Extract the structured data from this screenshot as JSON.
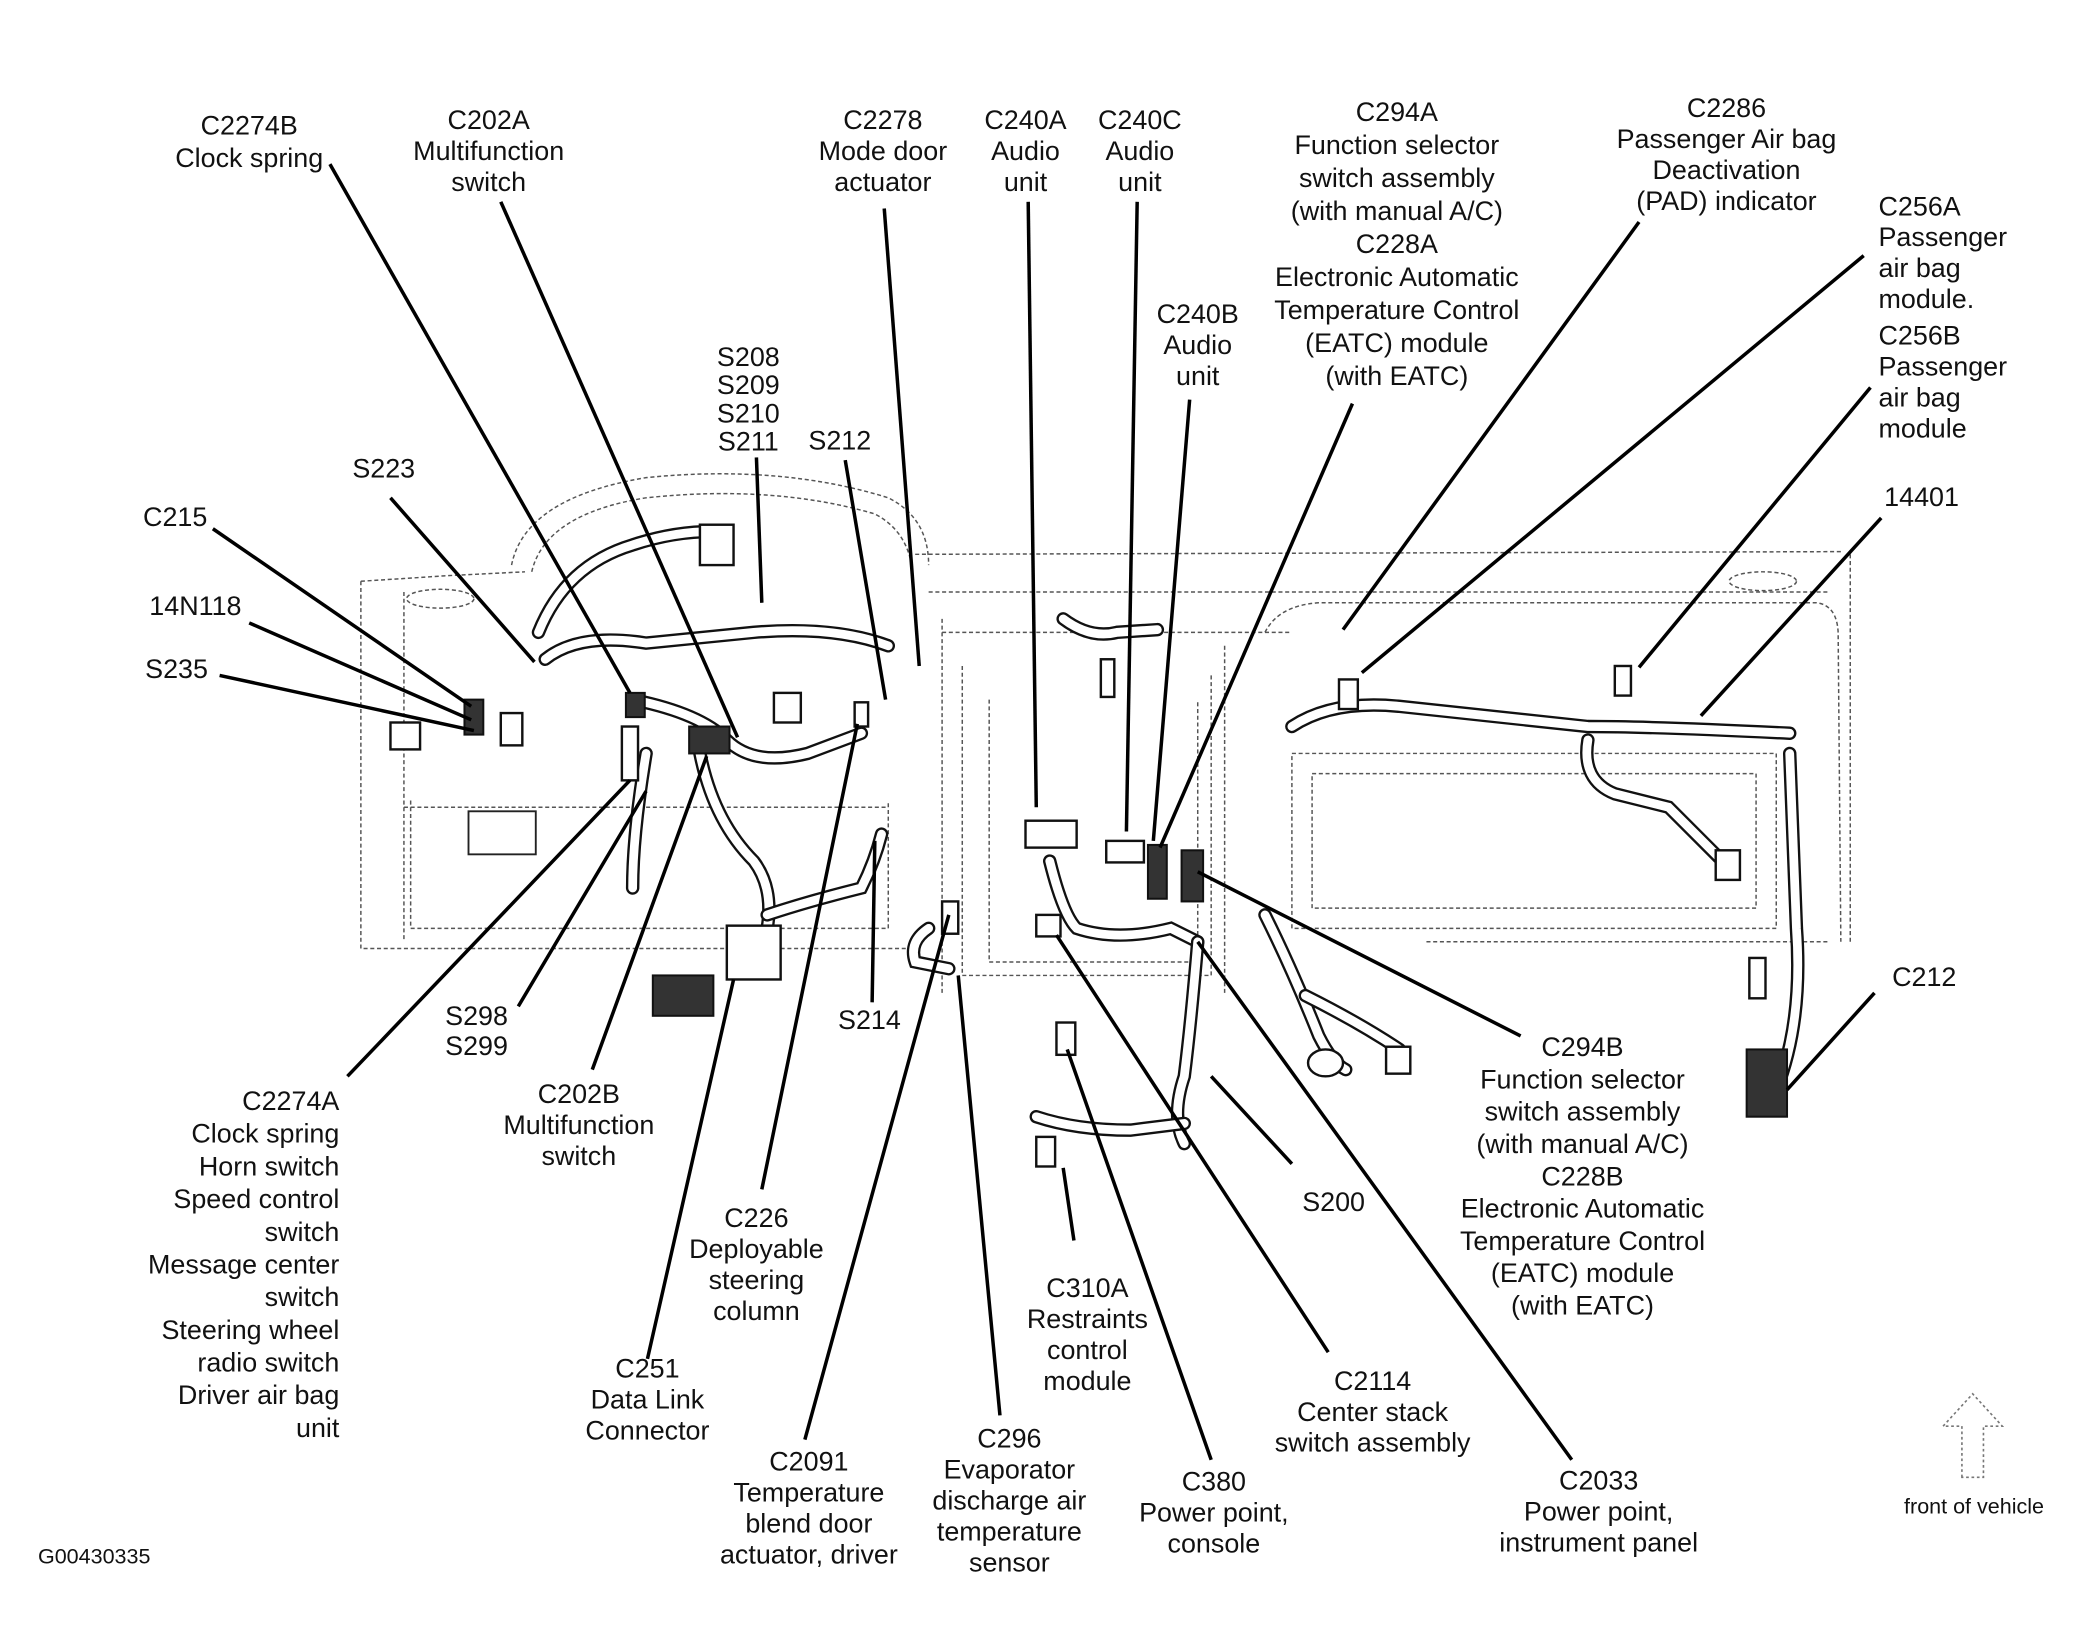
{
  "diagram": {
    "figure_id": "G00430335",
    "orientation_label": "front of vehicle",
    "callouts": [
      {
        "id": "C2274B",
        "lines": [
          "C2274B",
          "Clock spring"
        ]
      },
      {
        "id": "C202A",
        "lines": [
          "C202A",
          "Multifunction",
          "switch"
        ]
      },
      {
        "id": "C2278",
        "lines": [
          "C2278",
          "Mode door",
          "actuator"
        ]
      },
      {
        "id": "C240A",
        "lines": [
          "C240A",
          "Audio",
          "unit"
        ]
      },
      {
        "id": "C240C",
        "lines": [
          "C240C",
          "Audio",
          "unit"
        ]
      },
      {
        "id": "C294A",
        "lines": [
          "C294A",
          "Function selector",
          "switch assembly",
          "(with manual A/C)",
          "C228A",
          "Electronic Automatic",
          "Temperature Control",
          "(EATC) module",
          "(with EATC)"
        ]
      },
      {
        "id": "C2286",
        "lines": [
          "C2286",
          "Passenger Air bag",
          "Deactivation",
          "(PAD) indicator"
        ]
      },
      {
        "id": "C256A",
        "lines": [
          "C256A",
          "Passenger",
          "air bag",
          "module."
        ]
      },
      {
        "id": "C256B",
        "lines": [
          "C256B",
          "Passenger",
          "air bag",
          "module"
        ]
      },
      {
        "id": "C240B",
        "lines": [
          "C240B",
          "Audio",
          "unit"
        ]
      },
      {
        "id": "S208",
        "lines": [
          "S208",
          "S209",
          "S210",
          "S211"
        ]
      },
      {
        "id": "S212",
        "lines": [
          "S212"
        ]
      },
      {
        "id": "S223",
        "lines": [
          "S223"
        ]
      },
      {
        "id": "C215",
        "lines": [
          "C215"
        ]
      },
      {
        "id": "14N118",
        "lines": [
          "14N118"
        ]
      },
      {
        "id": "S235",
        "lines": [
          "S235"
        ]
      },
      {
        "id": "14401",
        "lines": [
          "14401"
        ]
      },
      {
        "id": "C212",
        "lines": [
          "C212"
        ]
      },
      {
        "id": "S298",
        "lines": [
          "S298",
          "S299"
        ]
      },
      {
        "id": "S214",
        "lines": [
          "S214"
        ]
      },
      {
        "id": "C2274A",
        "lines": [
          "C2274A",
          "Clock spring",
          "Horn switch",
          "Speed control",
          "switch",
          "Message center",
          "switch",
          "Steering wheel",
          "radio switch",
          "Driver air bag",
          "unit"
        ]
      },
      {
        "id": "C202B",
        "lines": [
          "C202B",
          "Multifunction",
          "switch"
        ]
      },
      {
        "id": "C226",
        "lines": [
          "C226",
          "Deployable",
          "steering",
          "column"
        ]
      },
      {
        "id": "C251",
        "lines": [
          "C251",
          "Data Link",
          "Connector"
        ]
      },
      {
        "id": "C2091",
        "lines": [
          "C2091",
          "Temperature",
          "blend door",
          "actuator, driver"
        ]
      },
      {
        "id": "C296",
        "lines": [
          "C296",
          "Evaporator",
          "discharge air",
          "temperature",
          "sensor"
        ]
      },
      {
        "id": "C310A",
        "lines": [
          "C310A",
          "Restraints",
          "control",
          "module"
        ]
      },
      {
        "id": "C380",
        "lines": [
          "C380",
          "Power point,",
          "console"
        ]
      },
      {
        "id": "S200",
        "lines": [
          "S200"
        ]
      },
      {
        "id": "C2114",
        "lines": [
          "C2114",
          "Center stack",
          "switch assembly"
        ]
      },
      {
        "id": "C294B",
        "lines": [
          "C294B",
          "Function selector",
          "switch assembly",
          "(with manual A/C)",
          "C228B",
          "Electronic Automatic",
          "Temperature Control",
          "(EATC) module",
          "(with EATC)"
        ]
      },
      {
        "id": "C2033",
        "lines": [
          "C2033",
          "Power point,",
          "instrument panel"
        ]
      }
    ]
  }
}
